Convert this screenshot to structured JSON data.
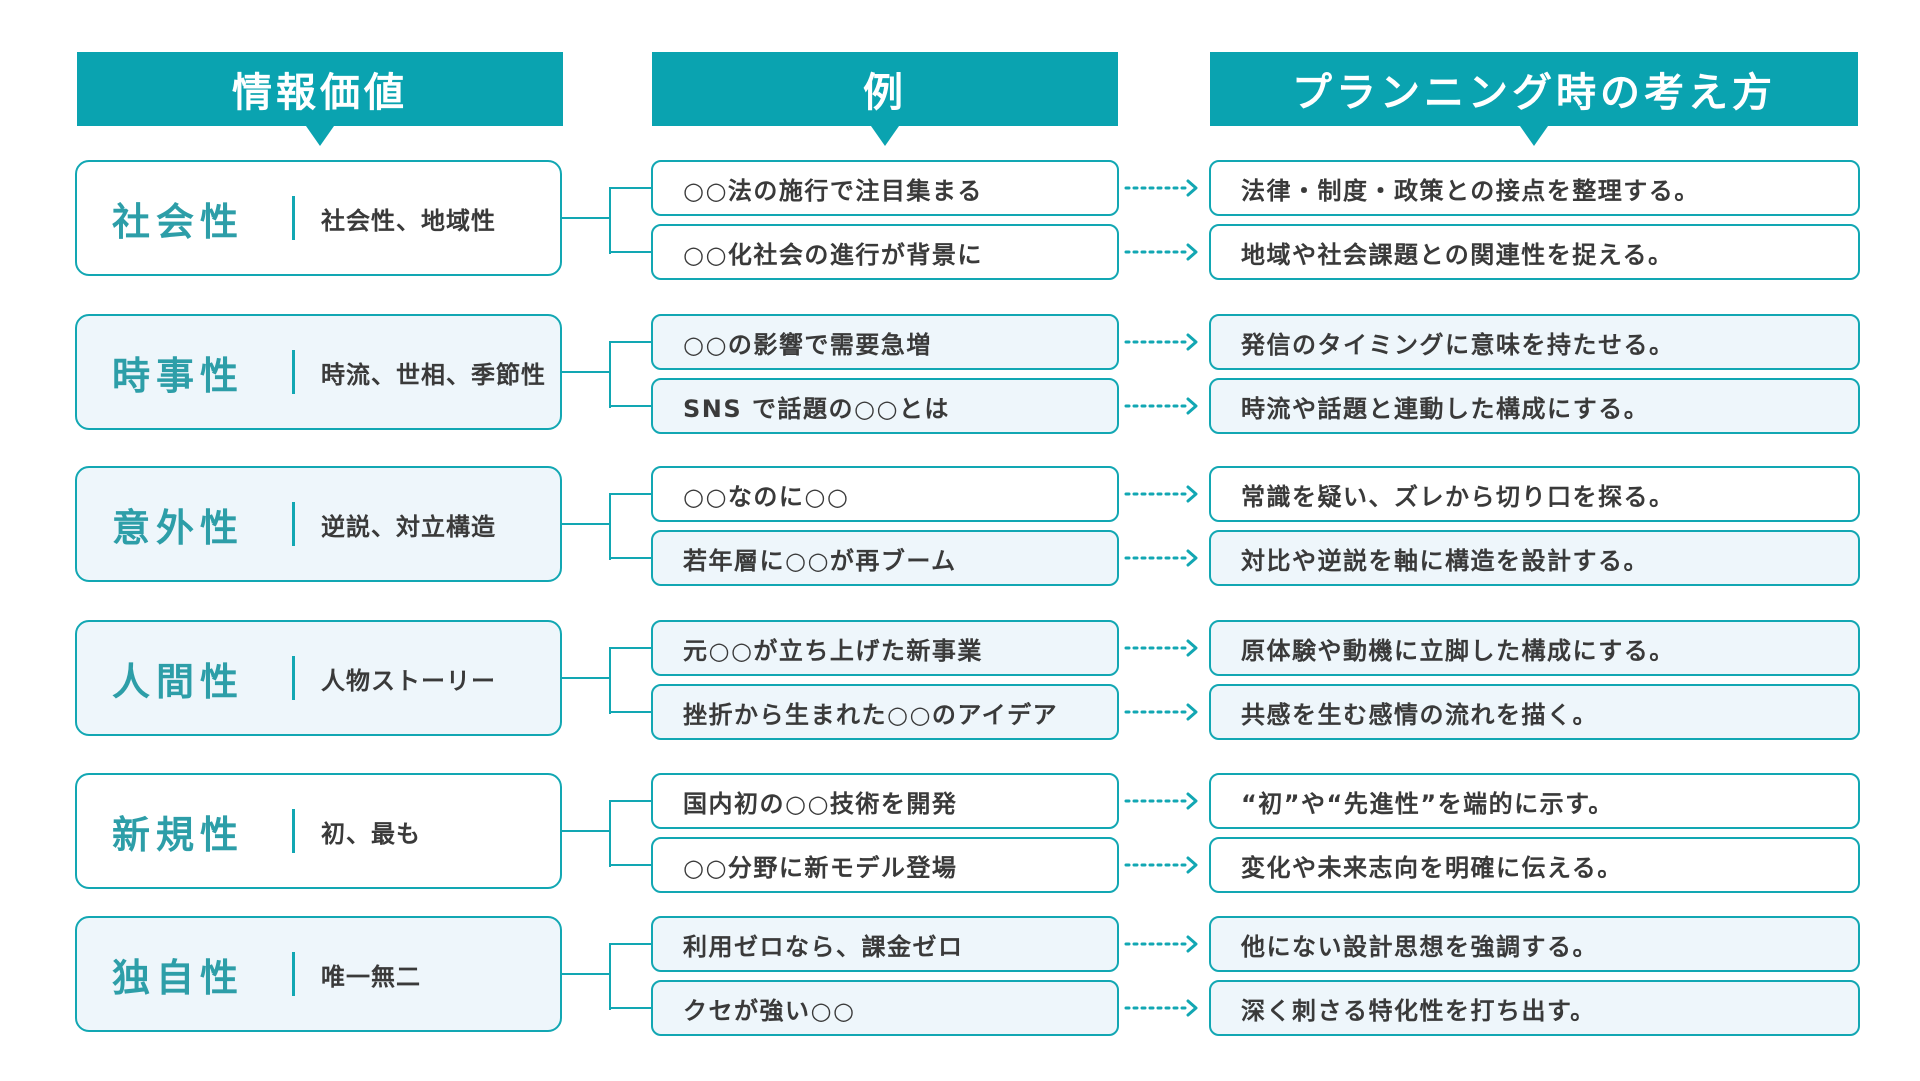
{
  "headers": {
    "value": "情報価値",
    "example": "例",
    "planning": "プランニング時の考え方"
  },
  "rows": [
    {
      "name": "社会性",
      "desc": "社会性、地域性",
      "items": [
        {
          "example": "○○法の施行で注目集まる",
          "planning": "法律・制度・政策との接点を整理する。"
        },
        {
          "example": "○○化社会の進行が背景に",
          "planning": "地域や社会課題との関連性を捉える。"
        }
      ]
    },
    {
      "name": "時事性",
      "desc": "時流、世相、季節性",
      "items": [
        {
          "example": "○○の影響で需要急増",
          "planning": "発信のタイミングに意味を持たせる。"
        },
        {
          "example": "SNS で話題の○○とは",
          "planning": "時流や話題と連動した構成にする。"
        }
      ]
    },
    {
      "name": "意外性",
      "desc": "逆説、対立構造",
      "items": [
        {
          "example": "○○なのに○○",
          "planning": "常識を疑い、ズレから切り口を探る。"
        },
        {
          "example": "若年層に○○が再ブーム",
          "planning": "対比や逆説を軸に構造を設計する。"
        }
      ]
    },
    {
      "name": "人間性",
      "desc": "人物ストーリー",
      "items": [
        {
          "example": "元○○が立ち上げた新事業",
          "planning": "原体験や動機に立脚した構成にする。"
        },
        {
          "example": "挫折から生まれた○○のアイデア",
          "planning": "共感を生む感情の流れを描く。"
        }
      ]
    },
    {
      "name": "新規性",
      "desc": "初、最も",
      "items": [
        {
          "example": "国内初の○○技術を開発",
          "planning": "“初”や“先進性”を端的に示す。"
        },
        {
          "example": "○○分野に新モデル登場",
          "planning": "変化や未来志向を明確に伝える。"
        }
      ]
    },
    {
      "name": "独自性",
      "desc": "唯一無二",
      "items": [
        {
          "example": "利用ゼロなら、課金ゼロ",
          "planning": "他にない設計思想を強調する。"
        },
        {
          "example": "クセが強い○○",
          "planning": "深く刺さる特化性を打ち出す。"
        }
      ]
    }
  ],
  "colors": {
    "accent": "#0aa3b0",
    "border": "#12a7b3",
    "tint": "#eef6fb",
    "text": "#3a3a3a"
  }
}
